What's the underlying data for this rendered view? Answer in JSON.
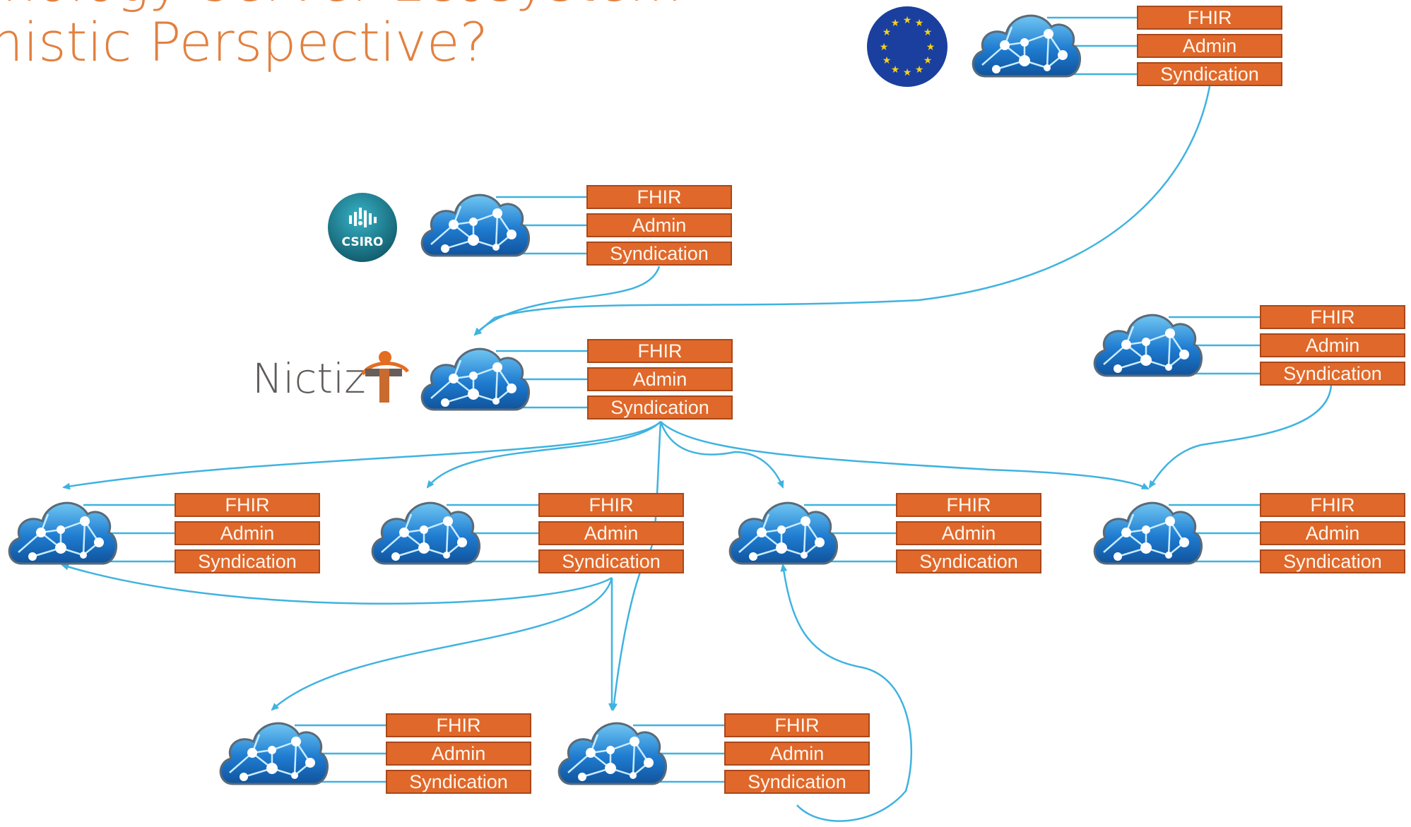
{
  "title": {
    "line1": "minology Server Ecosystem",
    "line2": "timistic Perspective?"
  },
  "endpoint_labels": {
    "fhir": "FHIR",
    "admin": "Admin",
    "syndication": "Syndication"
  },
  "logos": {
    "csiro": "CSIRO",
    "nictiz": "Nictiz",
    "eu_flag": "eu-flag"
  },
  "servers": [
    {
      "id": "eu",
      "logo": "eu-flag"
    },
    {
      "id": "csiro",
      "logo": "csiro-logo"
    },
    {
      "id": "nictiz",
      "logo": "nictiz-logo"
    },
    {
      "id": "right-top"
    },
    {
      "id": "row2-a"
    },
    {
      "id": "row2-b"
    },
    {
      "id": "row2-c"
    },
    {
      "id": "row2-d"
    },
    {
      "id": "row3-a"
    },
    {
      "id": "row3-b"
    }
  ],
  "colors": {
    "title": "#e2803f",
    "endpoint_fill": "#e0682a",
    "endpoint_border": "#a9481a",
    "link": "#3fb3e0",
    "cloud": "#2a7fcf"
  }
}
